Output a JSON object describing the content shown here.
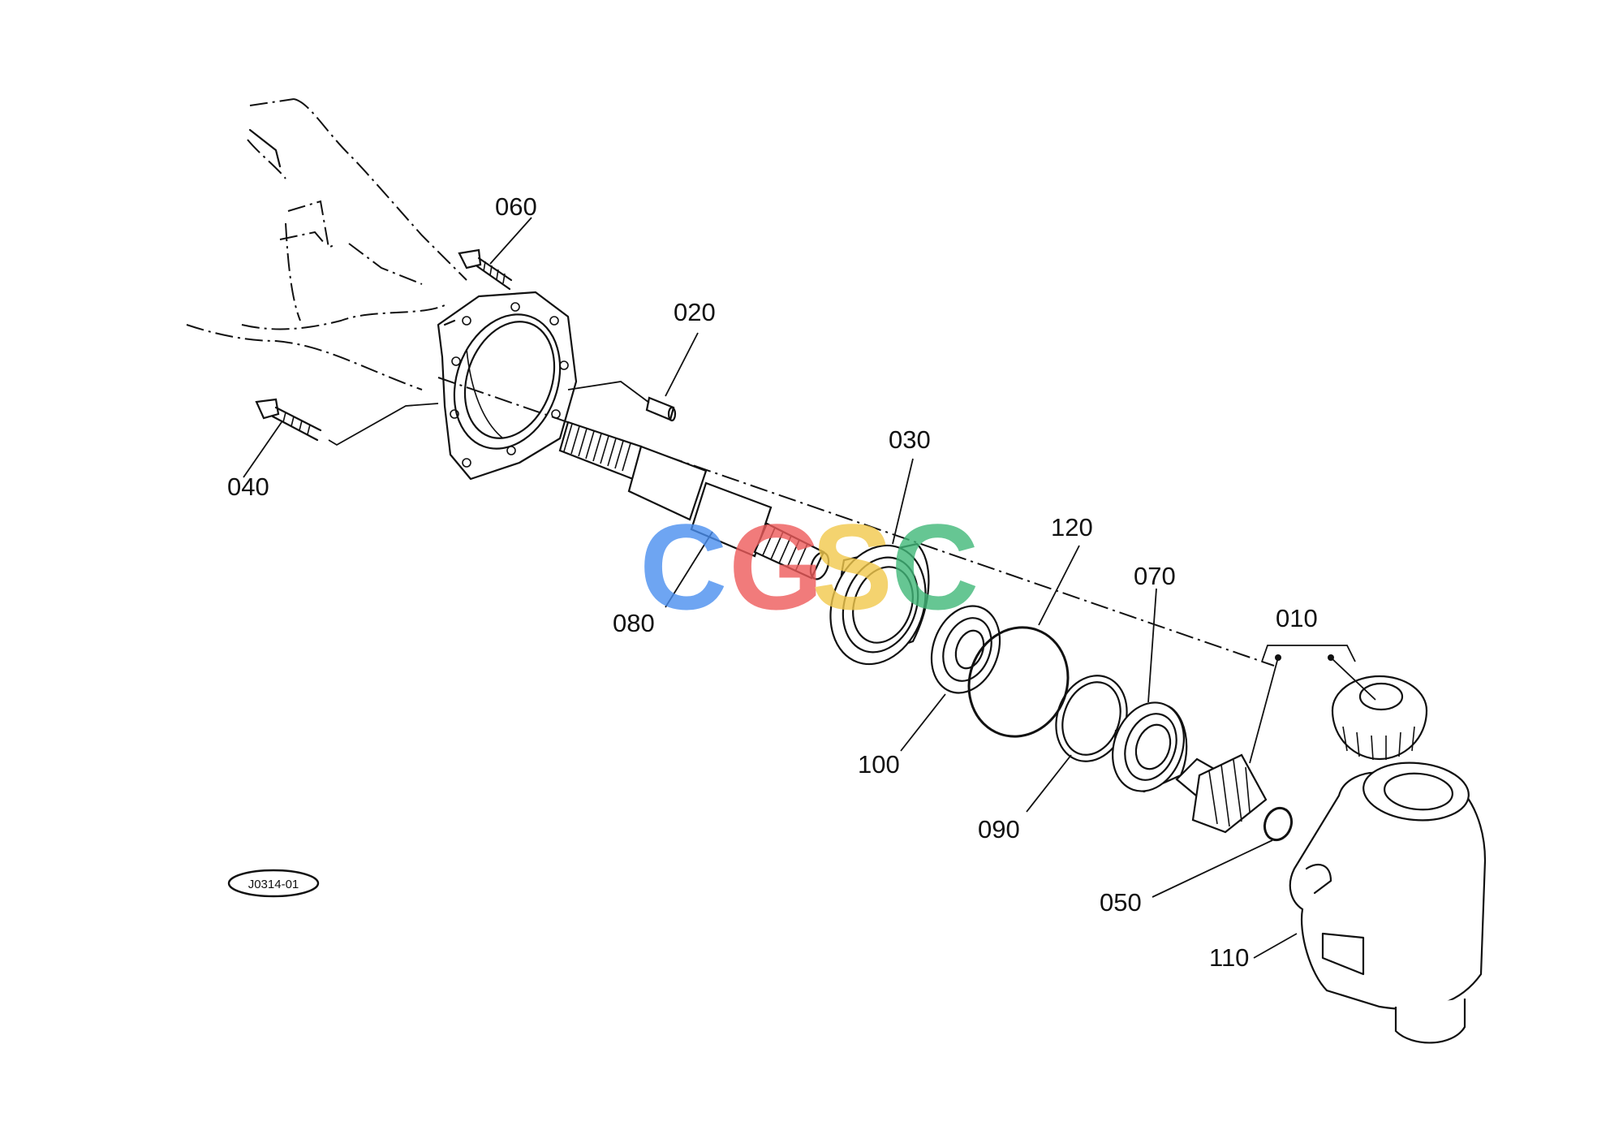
{
  "drawing_code": "J0314-01",
  "callouts": {
    "p010": "010",
    "p020": "020",
    "p030": "030",
    "p040": "040",
    "p050": "050",
    "p060": "060",
    "p070": "070",
    "p080": "080",
    "p090": "090",
    "p100": "100",
    "p110": "110",
    "p120": "120"
  },
  "watermark": {
    "letters": [
      "C",
      "G",
      "S",
      "C"
    ],
    "colors": [
      "#4a8ff0",
      "#ee5b5b",
      "#f2c94c",
      "#41b879"
    ]
  }
}
